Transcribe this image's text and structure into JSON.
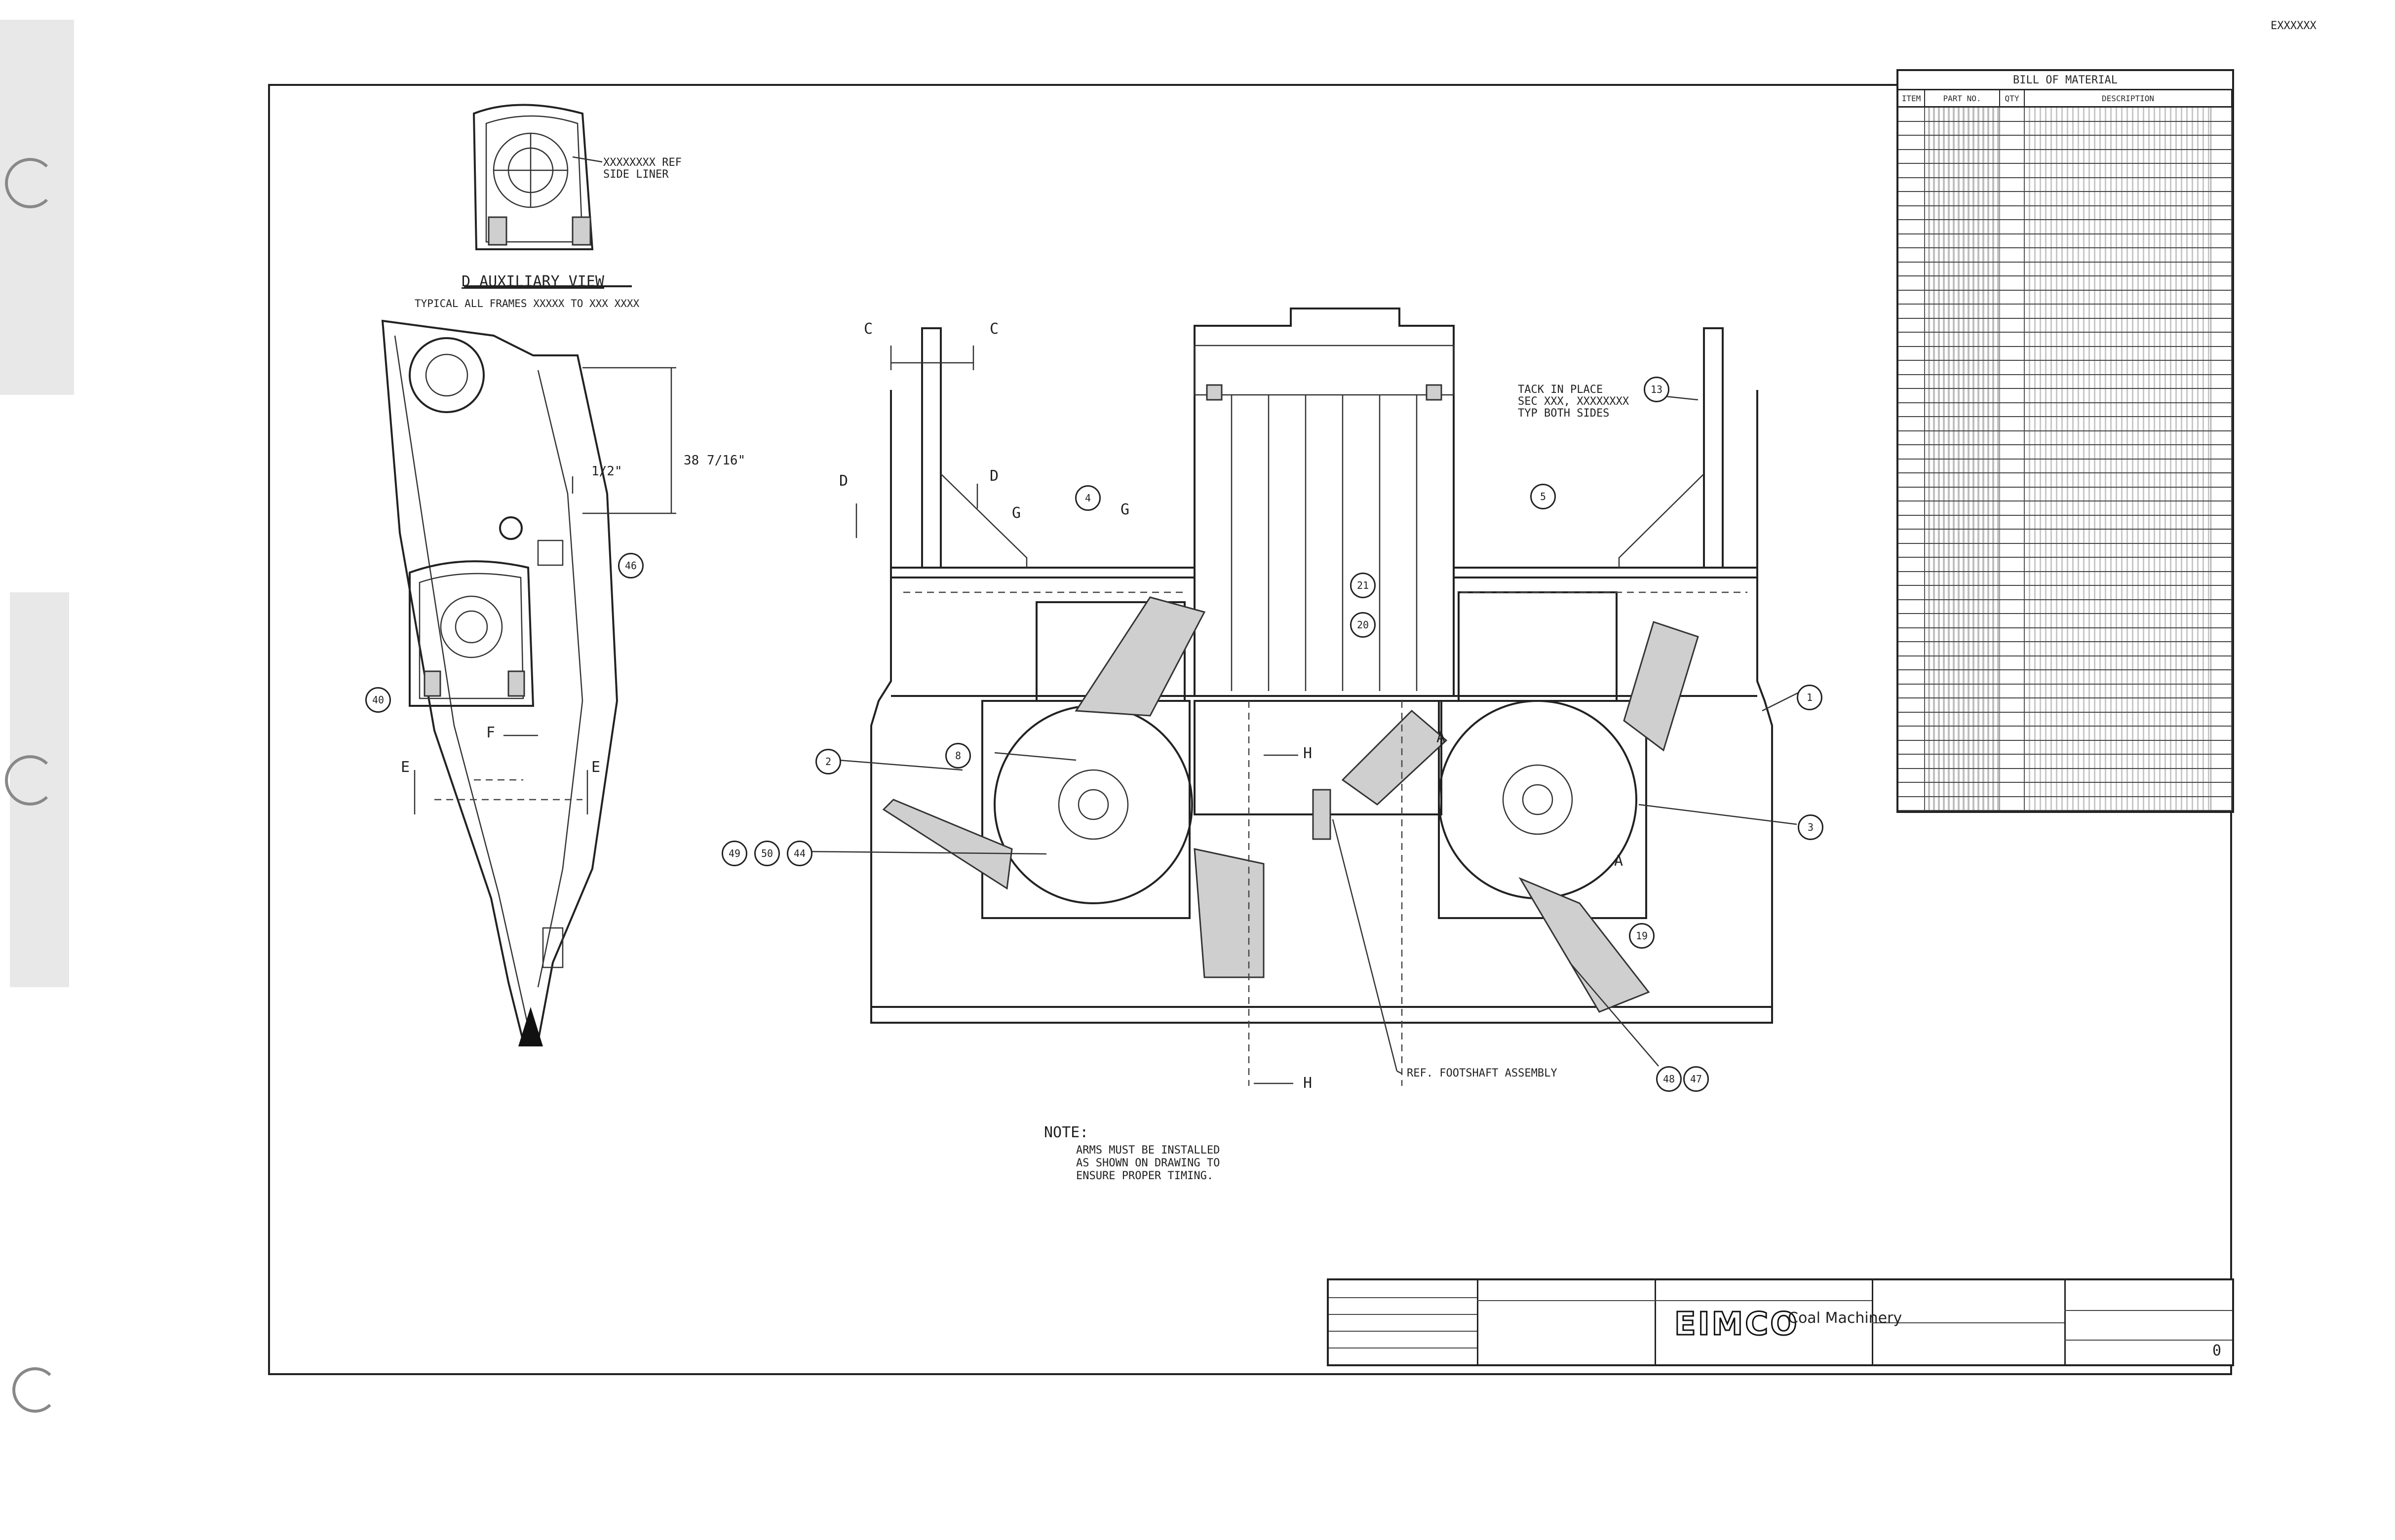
{
  "sheet": {
    "corner_code": "EXXXXXX",
    "note_heading": "NOTE:",
    "note_text": "ARMS MUST BE INSTALLED\nAS SHOWN ON DRAWING TO\nENSURE PROPER TIMING.",
    "ref_footshaft": "REF. FOOTSHAFT ASSEMBLY",
    "tack_note": "TACK IN PLACE\nSEC XXX, XXXXXXXX\nTYP BOTH SIDES"
  },
  "aux_view": {
    "title": "D AUXILIARY VIEW",
    "subtitle": "TYPICAL ALL FRAMES XXXXX TO XXX XXXX",
    "callout": "XXXXXXXX REF\nSIDE LINER"
  },
  "side_view": {
    "dim_main": "38 7/16\"",
    "dim_small": "1/2\"",
    "section_e_left": "E",
    "section_e_right": "E",
    "section_f": "F"
  },
  "section_marks": {
    "c_left": "C",
    "c_right": "C",
    "d_left": "D",
    "d_right": "D",
    "g_left": "G",
    "g_right": "G",
    "h_mid": "H",
    "h_bottom": "H",
    "a_right": "A",
    "a_lower": "A"
  },
  "balloons": [
    "1",
    "2",
    "3",
    "4",
    "5",
    "8",
    "13",
    "19",
    "20",
    "21",
    "40",
    "44",
    "46",
    "47",
    "48",
    "49",
    "50"
  ],
  "bom": {
    "title": "BILL OF MATERIAL",
    "col_item": "ITEM",
    "col_part": "PART NO.",
    "col_qty": "QTY",
    "col_desc": "DESCRIPTION",
    "row_count": 50
  },
  "title_block": {
    "brand": "EIMCO",
    "company": "Coal Machinery",
    "revision": "0"
  }
}
